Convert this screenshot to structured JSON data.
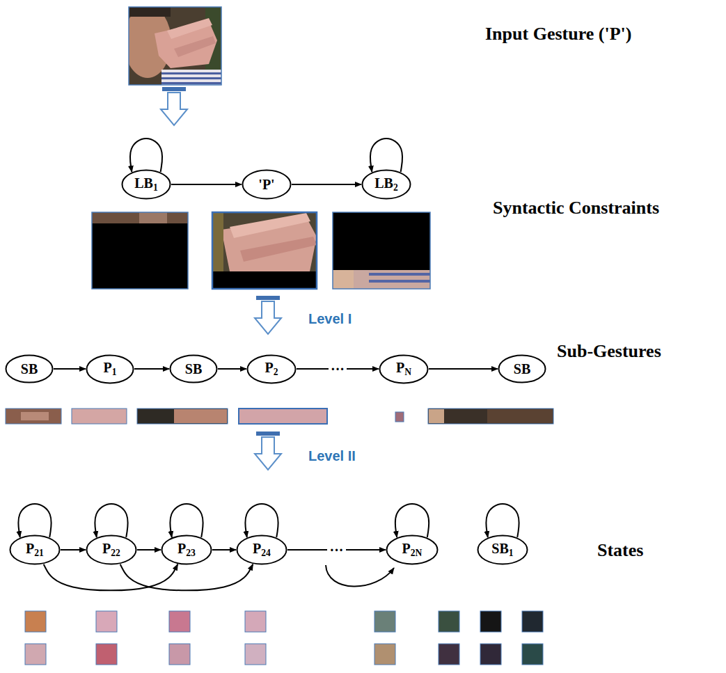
{
  "diagram": {
    "nodes": [
      {
        "text": [
          "LB1"
        ]
      },
      {
        "text": [
          "'P'"
        ]
      },
      {
        "text": [
          "LB2"
        ]
      },
      {
        "text": [
          "SB"
        ]
      },
      {
        "text": [
          "P1"
        ]
      },
      {
        "text": [
          "SB"
        ]
      },
      {
        "text": [
          "P2"
        ]
      },
      {
        "text": [
          "PN"
        ]
      },
      {
        "text": [
          "SB"
        ]
      },
      {
        "text": [
          "P21"
        ]
      },
      {
        "text": [
          "P22"
        ]
      },
      {
        "text": [
          "P23"
        ]
      },
      {
        "text": [
          "P24"
        ]
      },
      {
        "text": [
          "P2N"
        ]
      },
      {
        "text": [
          "SB1"
        ]
      }
    ],
    "edges": [
      {
        "from": 0,
        "to": 0,
        "arrow": "to"
      },
      {
        "from": 0,
        "to": 1,
        "arrow": "to"
      },
      {
        "from": 1,
        "to": 2,
        "arrow": "to"
      },
      {
        "from": 2,
        "to": 2,
        "arrow": "to"
      },
      {
        "from": 3,
        "to": 4,
        "arrow": "to"
      },
      {
        "from": 4,
        "to": 5,
        "arrow": "to"
      },
      {
        "from": 5,
        "to": 6,
        "arrow": "to"
      },
      {
        "from": 6,
        "to": 7,
        "label": "···",
        "arrow": "to"
      },
      {
        "from": 7,
        "to": 8,
        "arrow": "to"
      },
      {
        "from": 9,
        "to": 9,
        "arrow": "to"
      },
      {
        "from": 10,
        "to": 10,
        "arrow": "to"
      },
      {
        "from": 11,
        "to": 11,
        "arrow": "to"
      },
      {
        "from": 12,
        "to": 12,
        "arrow": "to"
      },
      {
        "from": 13,
        "to": 13,
        "arrow": "to"
      },
      {
        "from": 14,
        "to": 14,
        "arrow": "to"
      },
      {
        "from": 9,
        "to": 10,
        "arrow": "to"
      },
      {
        "from": 10,
        "to": 11,
        "arrow": "to"
      },
      {
        "from": 11,
        "to": 12,
        "arrow": "to"
      },
      {
        "from": 12,
        "to": 13,
        "label": "···",
        "arrow": "to"
      },
      {
        "from": 9,
        "to": 11,
        "arrow": "to"
      },
      {
        "from": 10,
        "to": 12,
        "arrow": "to"
      }
    ],
    "labels": [
      "Input Gesture ('P')",
      "Syntactic Constraints",
      "Level I",
      "Sub-Gestures",
      "Level II",
      "States"
    ]
  }
}
